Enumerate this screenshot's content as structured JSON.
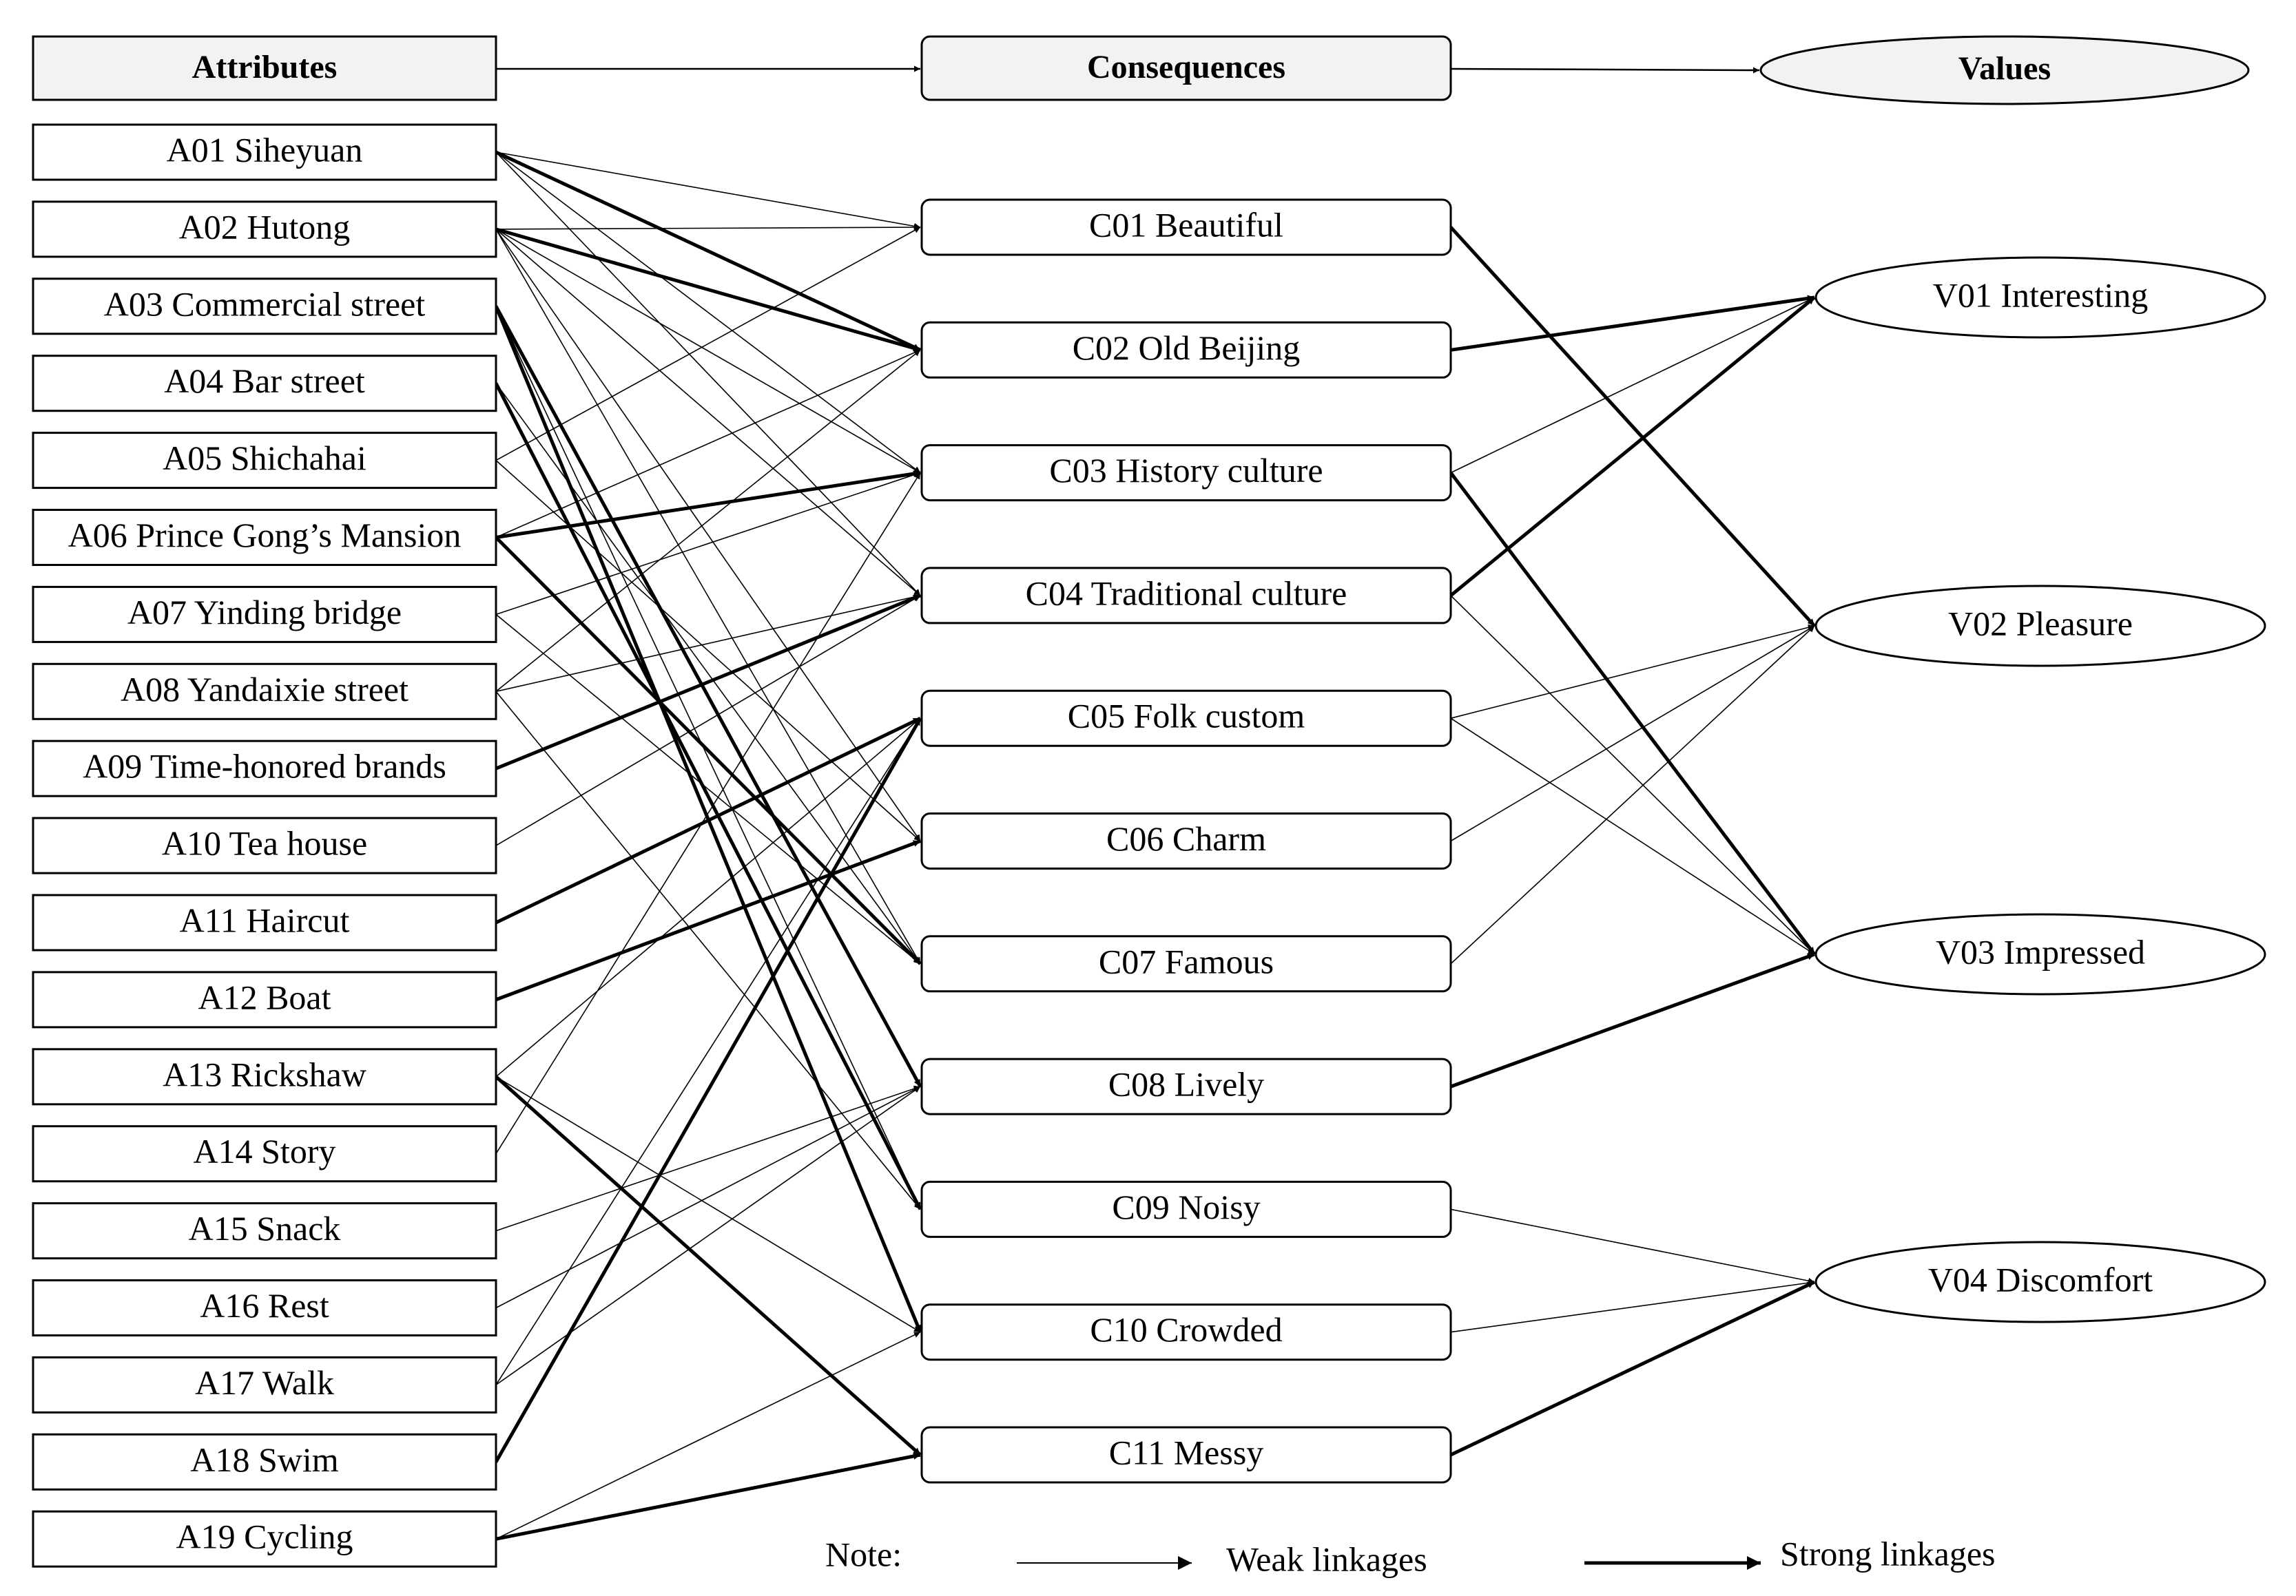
{
  "headers": {
    "attributes": "Attributes",
    "consequences": "Consequences",
    "values": "Values"
  },
  "attributes": [
    {
      "id": "A01",
      "label": "A01 Siheyuan"
    },
    {
      "id": "A02",
      "label": "A02 Hutong"
    },
    {
      "id": "A03",
      "label": "A03 Commercial street"
    },
    {
      "id": "A04",
      "label": "A04 Bar street"
    },
    {
      "id": "A05",
      "label": "A05 Shichahai"
    },
    {
      "id": "A06",
      "label": "A06 Prince Gong’s Mansion"
    },
    {
      "id": "A07",
      "label": "A07 Yinding bridge"
    },
    {
      "id": "A08",
      "label": "A08 Yandaixie street"
    },
    {
      "id": "A09",
      "label": "A09 Time-honored brands"
    },
    {
      "id": "A10",
      "label": "A10 Tea house"
    },
    {
      "id": "A11",
      "label": "A11 Haircut"
    },
    {
      "id": "A12",
      "label": "A12 Boat"
    },
    {
      "id": "A13",
      "label": "A13 Rickshaw"
    },
    {
      "id": "A14",
      "label": "A14 Story"
    },
    {
      "id": "A15",
      "label": "A15 Snack"
    },
    {
      "id": "A16",
      "label": "A16 Rest"
    },
    {
      "id": "A17",
      "label": "A17 Walk"
    },
    {
      "id": "A18",
      "label": "A18 Swim"
    },
    {
      "id": "A19",
      "label": "A19 Cycling"
    }
  ],
  "consequences": [
    {
      "id": "C01",
      "label": "C01 Beautiful"
    },
    {
      "id": "C02",
      "label": "C02 Old Beijing"
    },
    {
      "id": "C03",
      "label": "C03 History culture"
    },
    {
      "id": "C04",
      "label": "C04 Traditional culture"
    },
    {
      "id": "C05",
      "label": "C05 Folk custom"
    },
    {
      "id": "C06",
      "label": "C06 Charm"
    },
    {
      "id": "C07",
      "label": "C07 Famous"
    },
    {
      "id": "C08",
      "label": "C08 Lively"
    },
    {
      "id": "C09",
      "label": "C09 Noisy"
    },
    {
      "id": "C10",
      "label": "C10 Crowded"
    },
    {
      "id": "C11",
      "label": "C11 Messy"
    }
  ],
  "values": [
    {
      "id": "V01",
      "label": "V01 Interesting"
    },
    {
      "id": "V02",
      "label": "V02 Pleasure"
    },
    {
      "id": "V03",
      "label": "V03 Impressed"
    },
    {
      "id": "V04",
      "label": "V04 Discomfort"
    }
  ],
  "links": [
    {
      "from": "A01",
      "to": "C01",
      "strength": "weak"
    },
    {
      "from": "A01",
      "to": "C02",
      "strength": "strong"
    },
    {
      "from": "A01",
      "to": "C03",
      "strength": "weak"
    },
    {
      "from": "A01",
      "to": "C04",
      "strength": "weak"
    },
    {
      "from": "A02",
      "to": "C01",
      "strength": "weak"
    },
    {
      "from": "A02",
      "to": "C02",
      "strength": "strong"
    },
    {
      "from": "A02",
      "to": "C03",
      "strength": "weak"
    },
    {
      "from": "A02",
      "to": "C04",
      "strength": "weak"
    },
    {
      "from": "A02",
      "to": "C06",
      "strength": "weak"
    },
    {
      "from": "A02",
      "to": "C07",
      "strength": "weak"
    },
    {
      "from": "A03",
      "to": "C08",
      "strength": "strong"
    },
    {
      "from": "A03",
      "to": "C09",
      "strength": "weak"
    },
    {
      "from": "A03",
      "to": "C10",
      "strength": "strong"
    },
    {
      "from": "A04",
      "to": "C09",
      "strength": "strong"
    },
    {
      "from": "A04",
      "to": "C07",
      "strength": "weak"
    },
    {
      "from": "A05",
      "to": "C01",
      "strength": "weak"
    },
    {
      "from": "A05",
      "to": "C06",
      "strength": "weak"
    },
    {
      "from": "A06",
      "to": "C03",
      "strength": "strong"
    },
    {
      "from": "A06",
      "to": "C07",
      "strength": "strong"
    },
    {
      "from": "A06",
      "to": "C02",
      "strength": "weak"
    },
    {
      "from": "A07",
      "to": "C03",
      "strength": "weak"
    },
    {
      "from": "A07",
      "to": "C07",
      "strength": "weak"
    },
    {
      "from": "A08",
      "to": "C02",
      "strength": "weak"
    },
    {
      "from": "A08",
      "to": "C04",
      "strength": "weak"
    },
    {
      "from": "A08",
      "to": "C09",
      "strength": "weak"
    },
    {
      "from": "A09",
      "to": "C04",
      "strength": "strong"
    },
    {
      "from": "A10",
      "to": "C04",
      "strength": "weak"
    },
    {
      "from": "A11",
      "to": "C05",
      "strength": "strong"
    },
    {
      "from": "A12",
      "to": "C06",
      "strength": "strong"
    },
    {
      "from": "A13",
      "to": "C05",
      "strength": "weak"
    },
    {
      "from": "A13",
      "to": "C10",
      "strength": "weak"
    },
    {
      "from": "A13",
      "to": "C11",
      "strength": "strong"
    },
    {
      "from": "A14",
      "to": "C03",
      "strength": "weak"
    },
    {
      "from": "A15",
      "to": "C08",
      "strength": "weak"
    },
    {
      "from": "A16",
      "to": "C08",
      "strength": "weak"
    },
    {
      "from": "A17",
      "to": "C05",
      "strength": "weak"
    },
    {
      "from": "A17",
      "to": "C08",
      "strength": "weak"
    },
    {
      "from": "A18",
      "to": "C05",
      "strength": "strong"
    },
    {
      "from": "A19",
      "to": "C10",
      "strength": "weak"
    },
    {
      "from": "A19",
      "to": "C11",
      "strength": "strong"
    },
    {
      "from": "C01",
      "to": "V02",
      "strength": "strong"
    },
    {
      "from": "C02",
      "to": "V01",
      "strength": "strong"
    },
    {
      "from": "C03",
      "to": "V01",
      "strength": "weak"
    },
    {
      "from": "C03",
      "to": "V03",
      "strength": "strong"
    },
    {
      "from": "C04",
      "to": "V01",
      "strength": "strong"
    },
    {
      "from": "C04",
      "to": "V03",
      "strength": "weak"
    },
    {
      "from": "C05",
      "to": "V02",
      "strength": "weak"
    },
    {
      "from": "C05",
      "to": "V03",
      "strength": "weak"
    },
    {
      "from": "C06",
      "to": "V02",
      "strength": "weak"
    },
    {
      "from": "C07",
      "to": "V02",
      "strength": "weak"
    },
    {
      "from": "C08",
      "to": "V03",
      "strength": "strong"
    },
    {
      "from": "C09",
      "to": "V04",
      "strength": "weak"
    },
    {
      "from": "C10",
      "to": "V04",
      "strength": "weak"
    },
    {
      "from": "C11",
      "to": "V04",
      "strength": "strong"
    }
  ],
  "note": {
    "label": "Note:",
    "weak": "Weak linkages",
    "strong": "Strong linkages"
  }
}
